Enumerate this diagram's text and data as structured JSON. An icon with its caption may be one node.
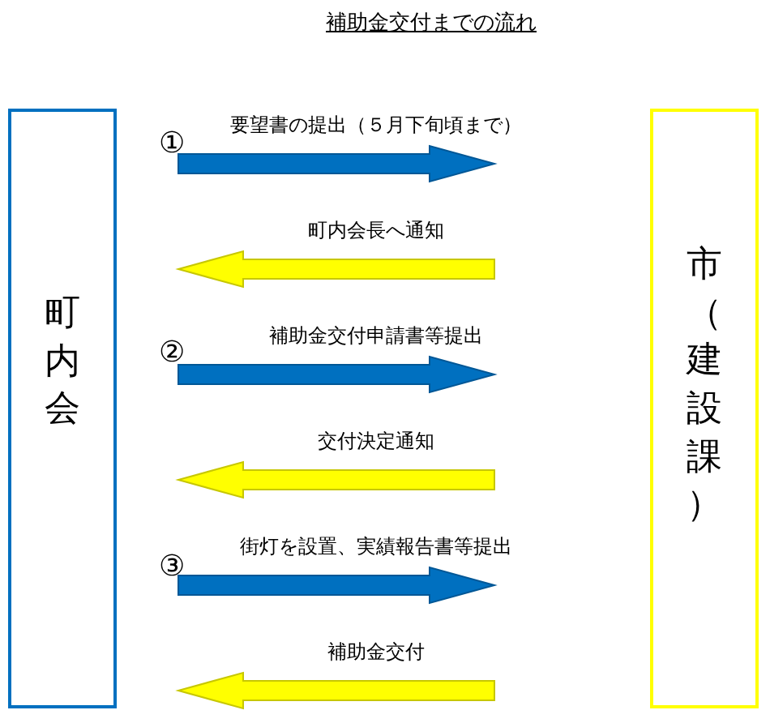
{
  "diagram": {
    "title": "補助金交付までの流れ",
    "nodes": [
      {
        "text": [
          "町内会"
        ]
      },
      {
        "text": [
          "市（建設課）"
        ]
      }
    ],
    "edges": [
      {
        "from": 0,
        "to": 1,
        "arrow": "to",
        "label": "要望書の提出（５月下旬頃まで）",
        "color": "#0070c0"
      },
      {
        "from": 1,
        "to": 0,
        "arrow": "to",
        "label": "町内会長へ通知",
        "color": "#ffff00"
      },
      {
        "from": 0,
        "to": 1,
        "arrow": "to",
        "label": "補助金交付申請書等提出",
        "color": "#0070c0"
      },
      {
        "from": 1,
        "to": 0,
        "arrow": "to",
        "label": "交付決定通知",
        "color": "#ffff00"
      },
      {
        "from": 0,
        "to": 1,
        "arrow": "to",
        "label": "街灯を設置、実績報告書等提出",
        "color": "#0070c0"
      },
      {
        "from": 1,
        "to": 0,
        "arrow": "to",
        "label": "補助金交付",
        "color": "#ffff00"
      }
    ],
    "labels": [
      "①",
      "②",
      "③"
    ]
  }
}
